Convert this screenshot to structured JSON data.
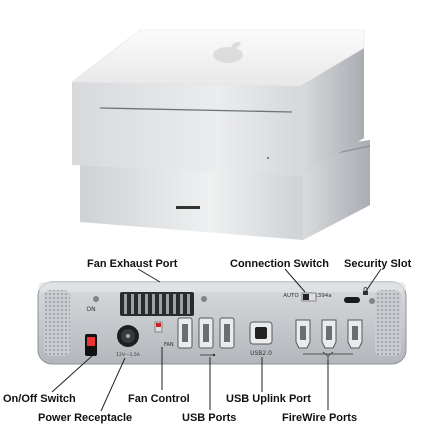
{
  "labels": {
    "fan_exhaust_port": "Fan Exhaust Port",
    "connection_switch": "Connection Switch",
    "security_slot": "Security Slot",
    "on_off_switch": "On/Off Switch",
    "power_receptacle": "Power Receptacle",
    "fan_control": "Fan Control",
    "usb_ports": "USB Ports",
    "usb_uplink_port": "USB Uplink Port",
    "firewire_ports": "FireWire Ports"
  },
  "panel_text": {
    "on": "ON",
    "auto": "AUTO",
    "fw1394a": "1394a",
    "fan": "FAN",
    "usb2": "USB2.0",
    "power_rating": "12V---1.5A"
  },
  "colors": {
    "aluminum": "#c9ccd0",
    "aluminum_dark": "#9a9ea4",
    "top_white": "#f4f4f4",
    "background": "#ffffff"
  },
  "icons": [
    "apple-logo-icon",
    "lock-icon",
    "usb-symbol-icon",
    "firewire-symbol-icon"
  ]
}
